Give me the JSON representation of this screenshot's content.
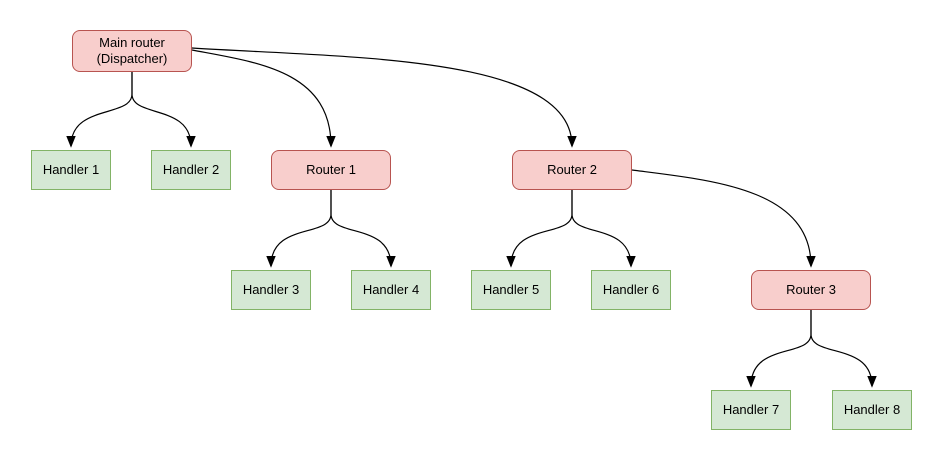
{
  "diagram": {
    "nodes": {
      "main_router": {
        "line1": "Main router",
        "line2": "(Dispatcher)",
        "type": "router"
      },
      "handler1": {
        "label": "Handler 1",
        "type": "handler"
      },
      "handler2": {
        "label": "Handler 2",
        "type": "handler"
      },
      "router1": {
        "label": "Router 1",
        "type": "router"
      },
      "router2": {
        "label": "Router 2",
        "type": "router"
      },
      "handler3": {
        "label": "Handler 3",
        "type": "handler"
      },
      "handler4": {
        "label": "Handler 4",
        "type": "handler"
      },
      "handler5": {
        "label": "Handler 5",
        "type": "handler"
      },
      "handler6": {
        "label": "Handler 6",
        "type": "handler"
      },
      "router3": {
        "label": "Router 3",
        "type": "router"
      },
      "handler7": {
        "label": "Handler 7",
        "type": "handler"
      },
      "handler8": {
        "label": "Handler 8",
        "type": "handler"
      }
    },
    "edges": [
      {
        "from": "Main router (Dispatcher)",
        "to": "Handler 1"
      },
      {
        "from": "Main router (Dispatcher)",
        "to": "Handler 2"
      },
      {
        "from": "Main router (Dispatcher)",
        "to": "Router 1"
      },
      {
        "from": "Main router (Dispatcher)",
        "to": "Router 2"
      },
      {
        "from": "Router 1",
        "to": "Handler 3"
      },
      {
        "from": "Router 1",
        "to": "Handler 4"
      },
      {
        "from": "Router 2",
        "to": "Handler 5"
      },
      {
        "from": "Router 2",
        "to": "Handler 6"
      },
      {
        "from": "Router 2",
        "to": "Router 3"
      },
      {
        "from": "Router 3",
        "to": "Handler 7"
      },
      {
        "from": "Router 3",
        "to": "Handler 8"
      }
    ],
    "colors": {
      "router_fill": "#f8cecc",
      "router_stroke": "#b85450",
      "handler_fill": "#d5e8d4",
      "handler_stroke": "#82b366",
      "edge_stroke": "#000000",
      "background": "#ffffff",
      "text": "#000000"
    }
  }
}
